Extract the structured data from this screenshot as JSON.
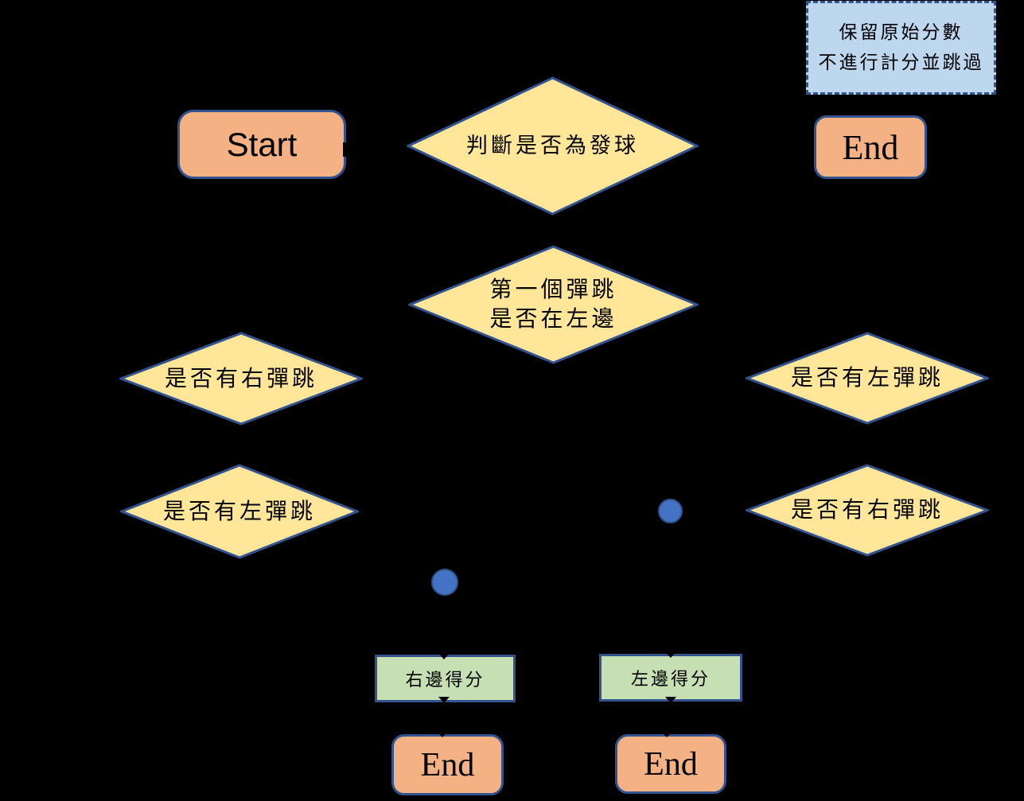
{
  "colors": {
    "background": "#000000",
    "shape_border": "#31538f",
    "terminal_fill": "#f4b183",
    "decision_fill": "#ffe699",
    "note_fill": "#bdd7ee",
    "process_fill": "#c6e0b4",
    "connector_fill": "#4472c4",
    "text": "#000000"
  },
  "diagram_type": "flowchart",
  "nodes": {
    "start": {
      "label": "Start"
    },
    "end_top": {
      "label": "End"
    },
    "end_bottom_left": {
      "label": "End"
    },
    "end_bottom_right": {
      "label": "End"
    },
    "decision_is_serve": {
      "label": "判斷是否為發球"
    },
    "decision_first_bounce": {
      "line1": "第一個彈跳",
      "line2": "是否在左邊"
    },
    "decision_right_bounce_left_col": {
      "label": "是否有右彈跳"
    },
    "decision_left_bounce_left_col": {
      "label": "是否有左彈跳"
    },
    "decision_left_bounce_right_col": {
      "label": "是否有左彈跳"
    },
    "decision_right_bounce_right_col": {
      "label": "是否有右彈跳"
    },
    "process_right_score": {
      "label": "右邊得分"
    },
    "process_left_score": {
      "label": "左邊得分"
    },
    "note_keep_score": {
      "line1": "保留原始分數",
      "line2": "不進行計分並跳過"
    }
  }
}
